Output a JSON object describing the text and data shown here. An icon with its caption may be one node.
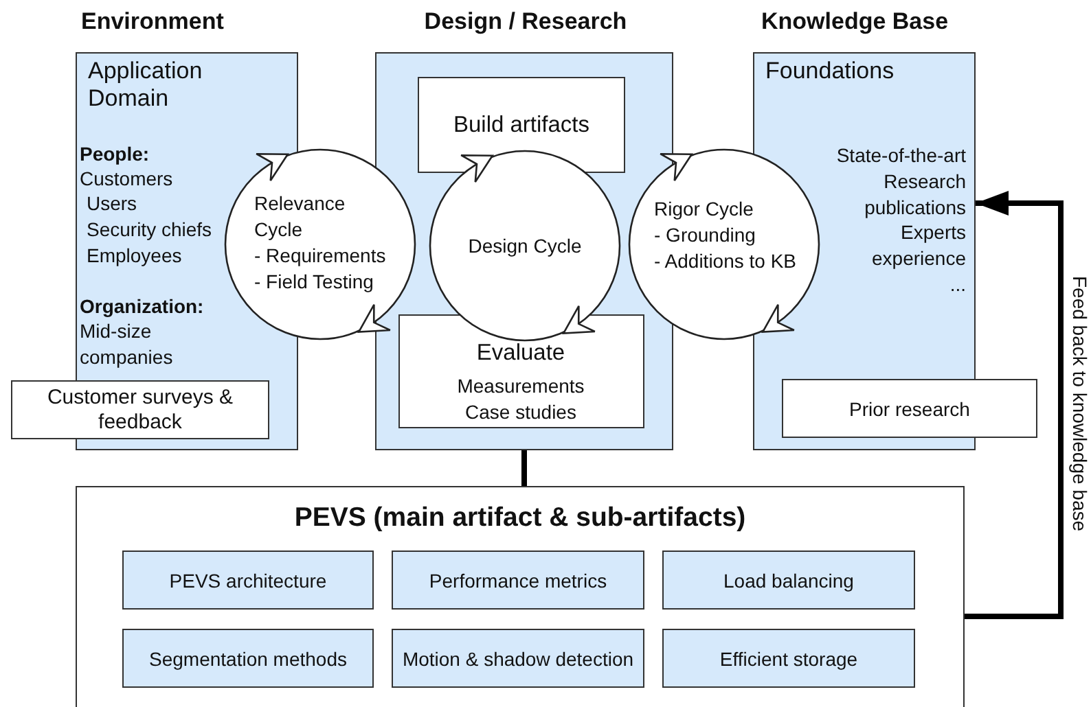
{
  "diagram": {
    "nodes": [
      {
        "text": [
          "Environment",
          "Application Domain",
          "People:",
          "Customers",
          "Users",
          "Security chiefs",
          "Employees",
          "Organization:",
          "Mid-size companies"
        ]
      },
      {
        "text": [
          "Customer surveys & feedback"
        ]
      },
      {
        "text": [
          "Relevance Cycle",
          "- Requirements",
          "- Field Testing"
        ]
      },
      {
        "text": [
          "Design / Research"
        ]
      },
      {
        "text": [
          "Build artifacts"
        ],
        "in": 3
      },
      {
        "text": [
          "Design Cycle"
        ],
        "in": 3
      },
      {
        "text": [
          "Evaluate",
          "Measurements",
          "Case studies"
        ],
        "in": 3
      },
      {
        "text": [
          "Rigor Cycle",
          "- Grounding",
          "- Additions to KB"
        ]
      },
      {
        "text": [
          "Knowledge Base",
          "Foundations",
          "State-of-the-art",
          "Research publications",
          "Experts experience",
          "..."
        ]
      },
      {
        "text": [
          "Prior research"
        ]
      },
      {
        "text": [
          "PEVS (main artifact & sub-artifacts)"
        ]
      },
      {
        "text": [
          "PEVS architecture"
        ],
        "in": 10
      },
      {
        "text": [
          "Performance metrics"
        ],
        "in": 10
      },
      {
        "text": [
          "Load balancing"
        ],
        "in": 10
      },
      {
        "text": [
          "Segmentation methods"
        ],
        "in": 10
      },
      {
        "text": [
          "Motion & shadow detection"
        ],
        "in": 10
      },
      {
        "text": [
          "Efficient storage"
        ],
        "in": 10
      }
    ],
    "edges": [
      {
        "from": 3,
        "to": 10,
        "arrow": "none"
      },
      {
        "from": 10,
        "to": 8,
        "arrow": "to",
        "label": "Feed back to knowledge base"
      }
    ]
  }
}
